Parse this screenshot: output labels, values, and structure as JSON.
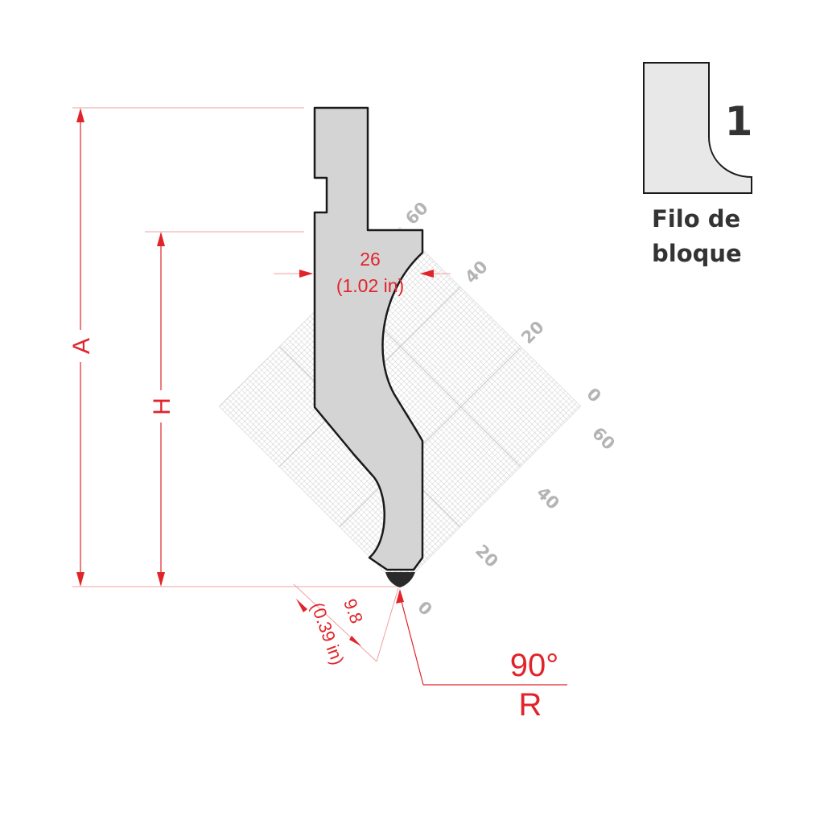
{
  "dimensions": {
    "a_label": "A",
    "h_label": "H",
    "width_value": "26",
    "width_inch": "(1.02 in)",
    "tip_value": "9.8",
    "tip_inch": "(0.39 in)",
    "angle": "90°",
    "radius_label": "R"
  },
  "scale": {
    "upper_labels": [
      "60",
      "40",
      "20",
      "0"
    ],
    "lower_labels": [
      "60",
      "40",
      "20",
      "0"
    ],
    "color": "#b4b4b4"
  },
  "legend": {
    "number": "1",
    "caption_line1": "Filo de",
    "caption_line2": "bloque"
  },
  "colors": {
    "accent": "#e0242a",
    "tool_fill": "#d4d4d4",
    "outline": "#1a1a1a",
    "tip": "#2a2a2a",
    "legend_fill": "#e8e8e8"
  }
}
